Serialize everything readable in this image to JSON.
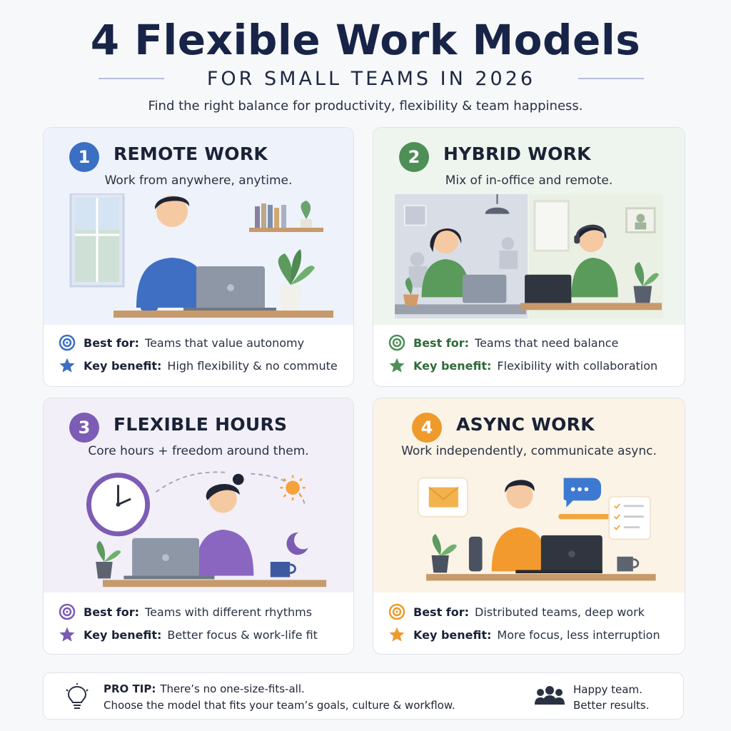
{
  "header": {
    "title": "4 Flexible Work Models",
    "subtitle": "FOR SMALL TEAMS IN 2026",
    "tagline": "Find the right balance for productivity, flexibility & team happiness."
  },
  "cards": [
    {
      "number": "1",
      "title": "REMOTE WORK",
      "description": "Work from anywhere, anytime.",
      "best_for_label": "Best for:",
      "best_for": "Teams that value autonomy",
      "key_benefit_label": "Key benefit:",
      "key_benefit": "High flexibility & no commute",
      "accent": "#3b6fc4",
      "background": "#eef2fb",
      "illustration": "person-at-laptop-home-office"
    },
    {
      "number": "2",
      "title": "HYBRID WORK",
      "description": "Mix of in-office and remote.",
      "best_for_label": "Best for:",
      "best_for": "Teams that need balance",
      "key_benefit_label": "Key benefit:",
      "key_benefit": "Flexibility with collaboration",
      "accent": "#4d8f57",
      "background": "#eef5ee",
      "illustration": "office-and-home-split"
    },
    {
      "number": "3",
      "title": "FLEXIBLE HOURS",
      "description": "Core hours + freedom around them.",
      "best_for_label": "Best for:",
      "best_for": "Teams with different rhythms",
      "key_benefit_label": "Key benefit:",
      "key_benefit": "Better focus & work-life fit",
      "accent": "#7c5cb4",
      "background": "#f2eff8",
      "illustration": "clock-sun-moon-person"
    },
    {
      "number": "4",
      "title": "ASYNC WORK",
      "description": "Work independently, communicate async.",
      "best_for_label": "Best for:",
      "best_for": "Distributed teams, deep work",
      "key_benefit_label": "Key benefit:",
      "key_benefit": "More focus, less interruption",
      "accent": "#ee9a2c",
      "background": "#fbf3e6",
      "illustration": "email-chat-checklist-person"
    }
  ],
  "pro_tip": {
    "label": "PRO TIP:",
    "line1": "There’s no one-size-fits-all.",
    "line2": "Choose the model that fits your team’s goals, culture & workflow.",
    "side_line1": "Happy team.",
    "side_line2": "Better results.",
    "icons": [
      "lightbulb-icon",
      "team-icon"
    ]
  }
}
